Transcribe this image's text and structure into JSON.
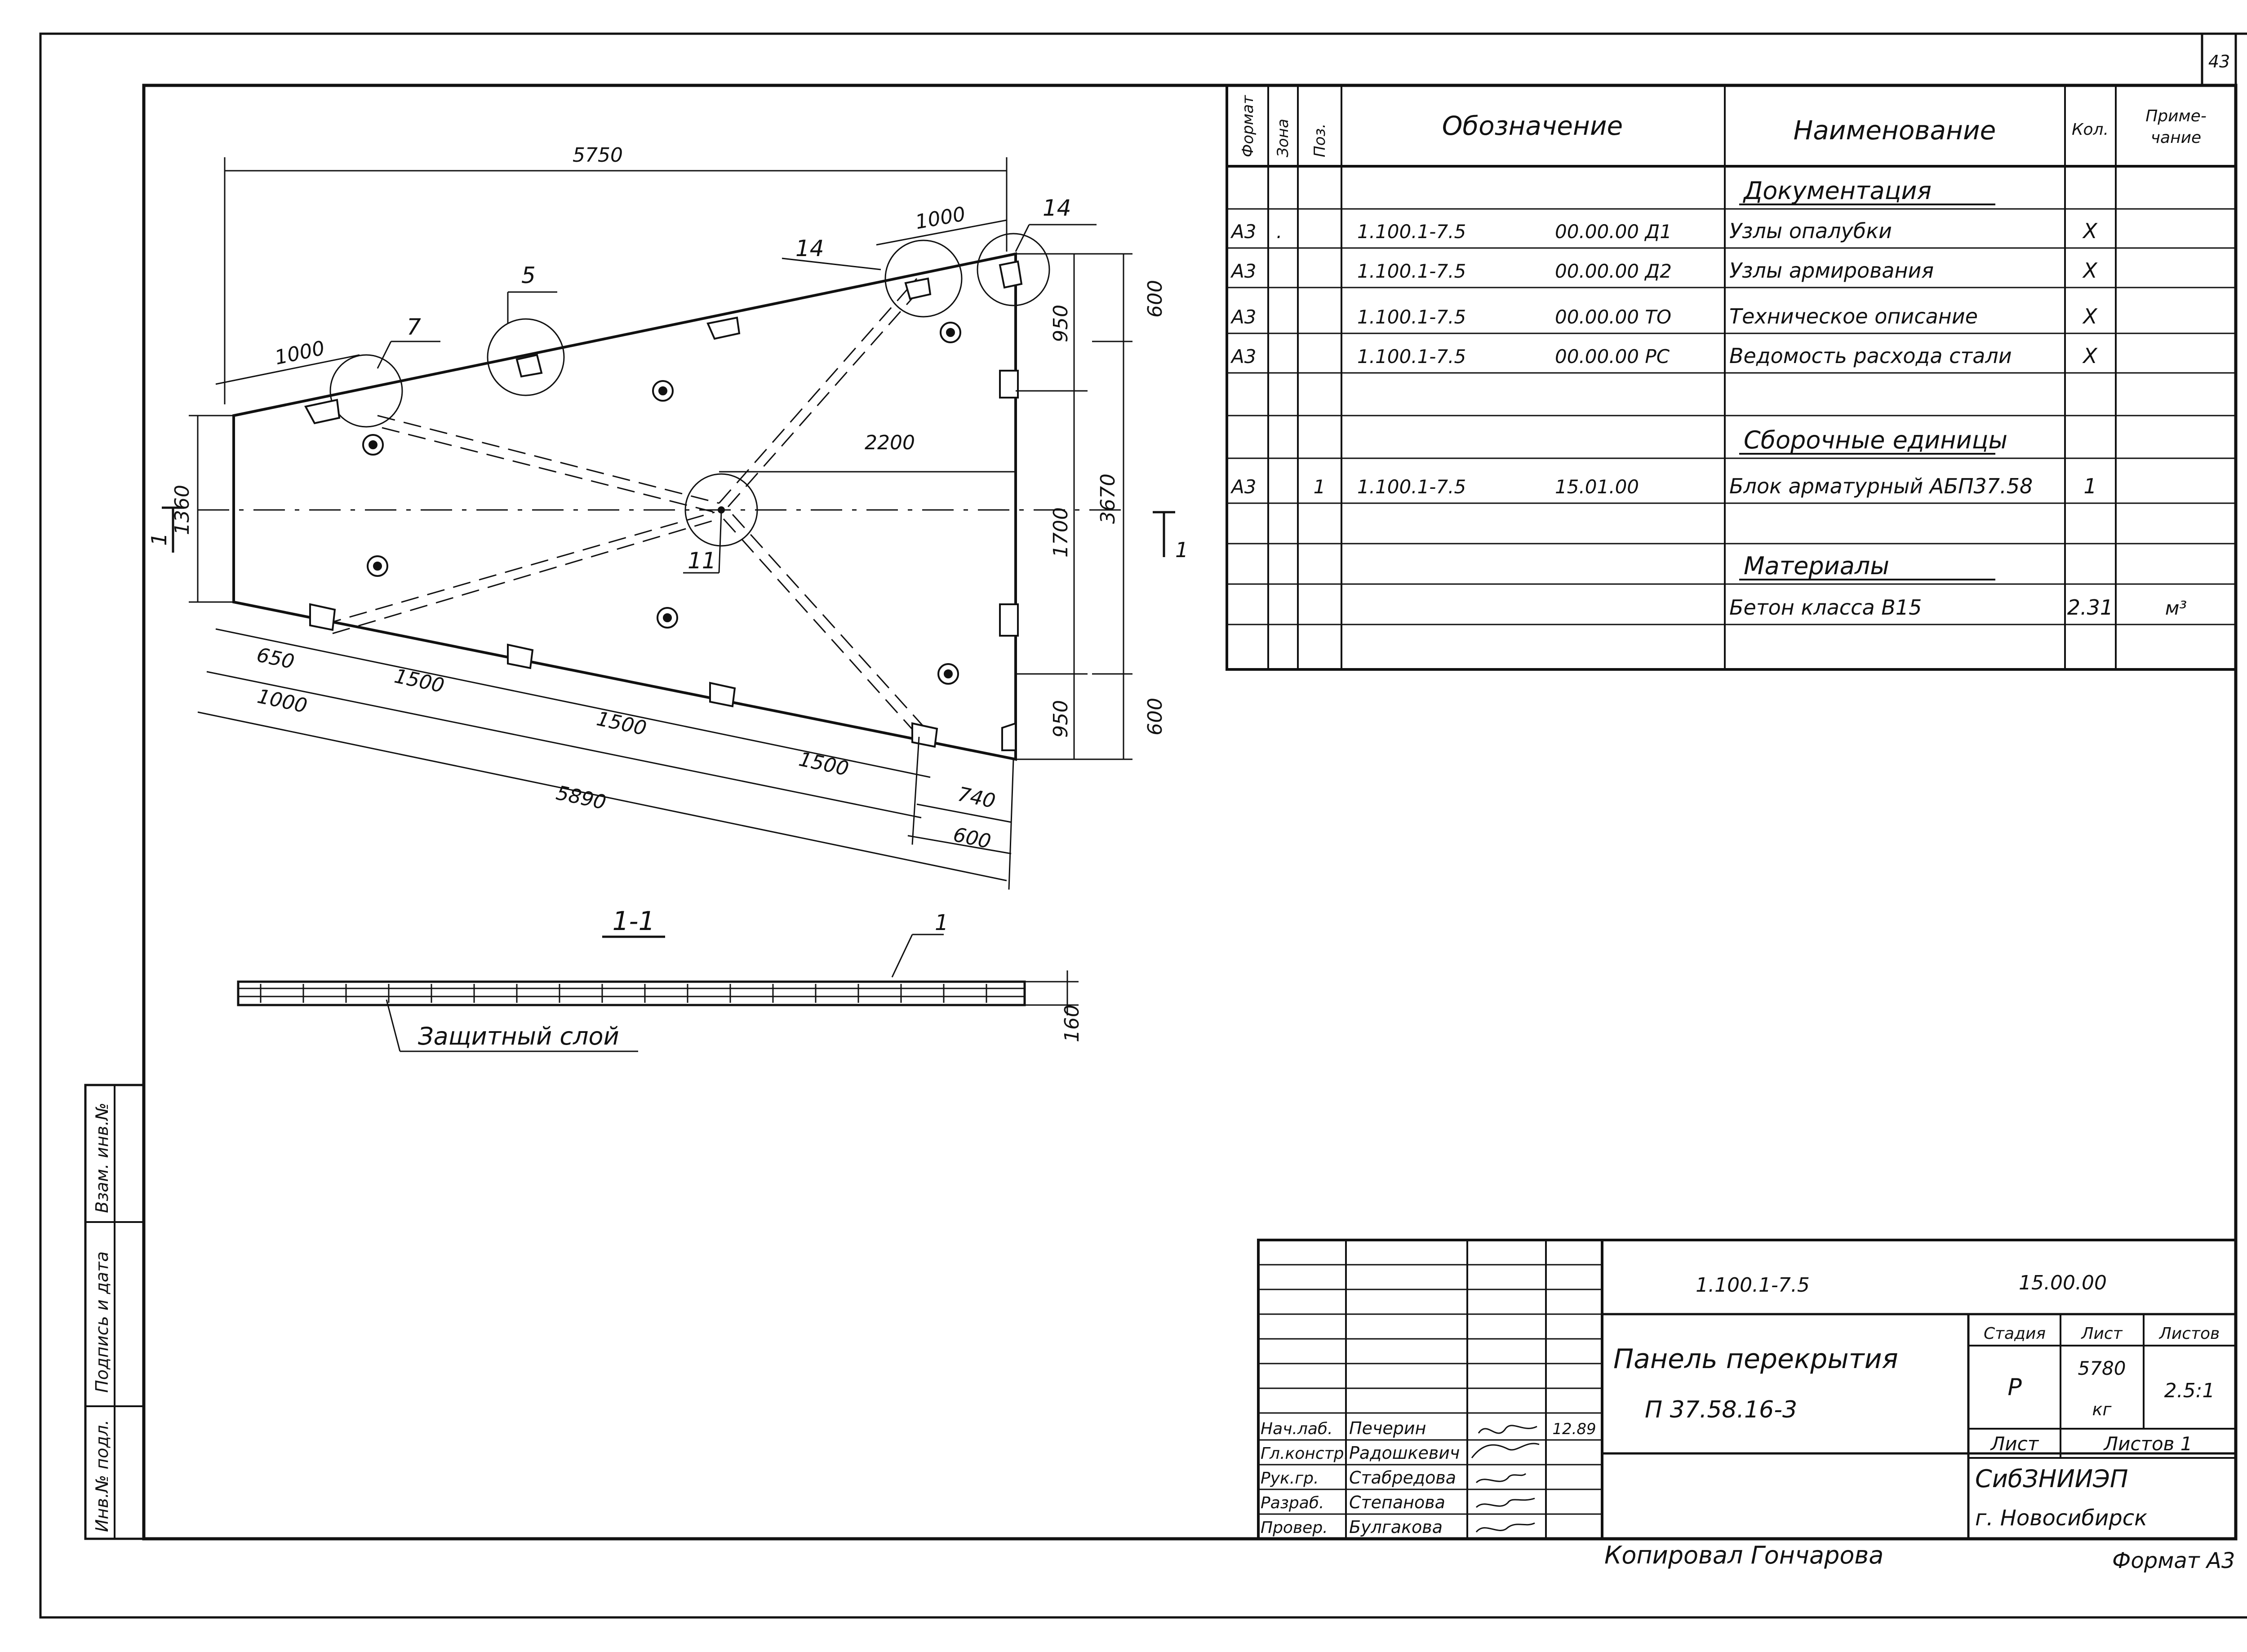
{
  "sheet_number": "43",
  "spec_table": {
    "headers": {
      "format": "Формат",
      "zone": "Зона",
      "pos": "Поз.",
      "designation": "Обозначение",
      "name": "Наименование",
      "qty": "Кол.",
      "note": "Приме-\nчание"
    },
    "rows": [
      {
        "format": "",
        "zone": "",
        "pos": "",
        "code": "",
        "code2": "",
        "name": "Документация",
        "qty": "",
        "note": "",
        "heading": true
      },
      {
        "format": "А3",
        "zone": ".",
        "pos": "",
        "code": "1.100.1-7.5",
        "code2": "00.00.00 Д1",
        "name": "Узлы опалубки",
        "qty": "X",
        "note": ""
      },
      {
        "format": "А3",
        "zone": "",
        "pos": "",
        "code": "1.100.1-7.5",
        "code2": "00.00.00 Д2",
        "name": "Узлы армирования",
        "qty": "X",
        "note": ""
      },
      {
        "format": "А3",
        "zone": "",
        "pos": "",
        "code": "1.100.1-7.5",
        "code2": "00.00.00 ТО",
        "name": "Техническое описание",
        "qty": "X",
        "note": ""
      },
      {
        "format": "А3",
        "zone": "",
        "pos": "",
        "code": "1.100.1-7.5",
        "code2": "00.00.00 РС",
        "name": "Ведомость расхода стали",
        "qty": "X",
        "note": ""
      },
      {
        "format": "",
        "zone": "",
        "pos": "",
        "code": "",
        "code2": "",
        "name": "",
        "qty": "",
        "note": ""
      },
      {
        "format": "",
        "zone": "",
        "pos": "",
        "code": "",
        "code2": "",
        "name": "Сборочные единицы",
        "qty": "",
        "note": "",
        "heading": true
      },
      {
        "format": "А3",
        "zone": "",
        "pos": "1",
        "code": "1.100.1-7.5",
        "code2": "15.01.00",
        "name": "Блок арматурный АБП37.58",
        "qty": "1",
        "note": ""
      },
      {
        "format": "",
        "zone": "",
        "pos": "",
        "code": "",
        "code2": "",
        "name": "",
        "qty": "",
        "note": ""
      },
      {
        "format": "",
        "zone": "",
        "pos": "",
        "code": "",
        "code2": "",
        "name": "Материалы",
        "qty": "",
        "note": "",
        "heading": true
      },
      {
        "format": "",
        "zone": "",
        "pos": "",
        "code": "",
        "code2": "",
        "name": "Бетон класса В15",
        "qty": "2.31",
        "note": "м³"
      },
      {
        "format": "",
        "zone": "",
        "pos": "",
        "code": "",
        "code2": "",
        "name": "",
        "qty": "",
        "note": ""
      }
    ]
  },
  "plan": {
    "dims": {
      "top_length": "5750",
      "top_right_1000": "1000",
      "top_left_1000": "1000",
      "mid_2200": "2200",
      "left_1360": "1360",
      "right_950_top": "950",
      "right_600_top": "600",
      "right_1700": "1700",
      "right_3670": "3670",
      "right_950_bot": "950",
      "right_600_bot": "600",
      "bot_650": "650",
      "bot_1000": "1000",
      "bot_1500_a": "1500",
      "bot_1500_b": "1500",
      "bot_1500_c": "1500",
      "bot_740": "740",
      "bot_600": "600",
      "bot_5890": "5890"
    },
    "callouts": {
      "c14_left": "14",
      "c14_right": "14",
      "c5": "5",
      "c7": "7",
      "c11": "11"
    },
    "section_mark": "1"
  },
  "section": {
    "title": "1-1",
    "callout": "1",
    "thickness": "160",
    "label": "Защитный слой"
  },
  "side_stamp": {
    "vzam": "Взам. инв.№",
    "podpis": "Подпись и дата",
    "inv": "Инв.№ подл."
  },
  "title_block": {
    "doc_code": "1.100.1-7.5",
    "doc_code2": "15.00.00",
    "title": "Панель перекрытия",
    "mark": "П 37.58.16-3",
    "stage_label": "Стадия",
    "stage": "Р",
    "mass_label": "Лист",
    "mass": "5780",
    "mass_unit": "кг",
    "scale_label": "Листов",
    "scale": "2.5:1",
    "sheet_label": "Лист",
    "sheets_label": "Листов 1",
    "org": "СибЗНИИЭП",
    "city": "г. Новосибирск",
    "date": "12.89",
    "roles": [
      {
        "role": "Нач.лаб.",
        "name": "Печерин"
      },
      {
        "role": "Гл.констр.",
        "name": "Радошкевич"
      },
      {
        "role": "Рук.гр.",
        "name": "Стабредова"
      },
      {
        "role": "Разраб.",
        "name": "Степанова"
      },
      {
        "role": "Провер.",
        "name": "Булгакова"
      }
    ]
  },
  "footer": {
    "copied": "Копировал Гончарова",
    "format": "Формат А3"
  }
}
